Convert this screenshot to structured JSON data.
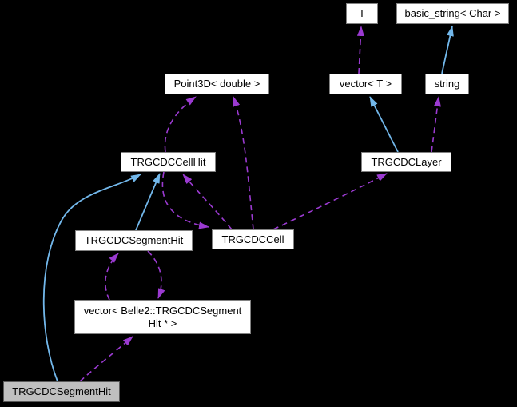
{
  "diagram": {
    "type": "doxygen-collaboration-graph",
    "background_color": "#000000",
    "colors": {
      "inheritance_edge": "#72b7ea",
      "usage_edge": "#9b3ad1",
      "node_fill": "#ffffff",
      "node_border": "#828282",
      "current_node_fill": "#bfbfbf"
    },
    "nodes": {
      "t": {
        "label": "T"
      },
      "basic_string": {
        "label": "basic_string< Char >"
      },
      "point3d": {
        "label": "Point3D< double >"
      },
      "vector_t": {
        "label": "vector< T >"
      },
      "string": {
        "label": "string"
      },
      "cellhit": {
        "label": "TRGCDCCellHit"
      },
      "layer": {
        "label": "TRGCDCLayer"
      },
      "segmenthit": {
        "label": "TRGCDCSegmentHit"
      },
      "cell": {
        "label": "TRGCDCCell"
      },
      "vector_seg": {
        "line1": "vector< Belle2::TRGCDCSegment",
        "line2": "Hit * >"
      },
      "current": {
        "label": "TRGCDCSegmentHit"
      }
    },
    "edges": [
      {
        "from": "string",
        "to": "basic_string< Char >",
        "type": "inheritance",
        "style": "solid-blue"
      },
      {
        "from": "TRGCDCLayer",
        "to": "vector< T >",
        "type": "inheritance",
        "style": "solid-blue"
      },
      {
        "from": "TRGCDCSegmentHit",
        "to": "TRGCDCCellHit",
        "type": "inheritance",
        "style": "solid-blue"
      },
      {
        "from": "TRGCDCSegmentHit (current)",
        "to": "TRGCDCCellHit",
        "type": "inheritance",
        "style": "solid-blue"
      },
      {
        "from": "vector< T >",
        "to": "T",
        "type": "usage",
        "style": "dashed-purple"
      },
      {
        "from": "TRGCDCLayer",
        "to": "string",
        "type": "usage",
        "style": "dashed-purple"
      },
      {
        "from": "TRGCDCCellHit",
        "to": "Point3D< double >",
        "type": "usage",
        "style": "dashed-purple"
      },
      {
        "from": "TRGCDCCell",
        "to": "Point3D< double >",
        "type": "usage",
        "style": "dashed-purple"
      },
      {
        "from": "TRGCDCCell",
        "to": "TRGCDCLayer",
        "type": "usage",
        "style": "dashed-purple"
      },
      {
        "from": "TRGCDCCell",
        "to": "TRGCDCCellHit",
        "type": "usage",
        "style": "dashed-purple"
      },
      {
        "from": "TRGCDCCellHit",
        "to": "TRGCDCCell",
        "type": "usage",
        "style": "dashed-purple"
      },
      {
        "from": "vector< Belle2::TRGCDCSegmentHit * >",
        "to": "TRGCDCSegmentHit",
        "type": "usage",
        "style": "dashed-purple"
      },
      {
        "from": "TRGCDCSegmentHit",
        "to": "vector< Belle2::TRGCDCSegmentHit * >",
        "type": "usage",
        "style": "dashed-purple"
      },
      {
        "from": "TRGCDCSegmentHit (current)",
        "to": "vector< Belle2::TRGCDCSegmentHit * >",
        "type": "usage",
        "style": "dashed-purple"
      }
    ]
  }
}
